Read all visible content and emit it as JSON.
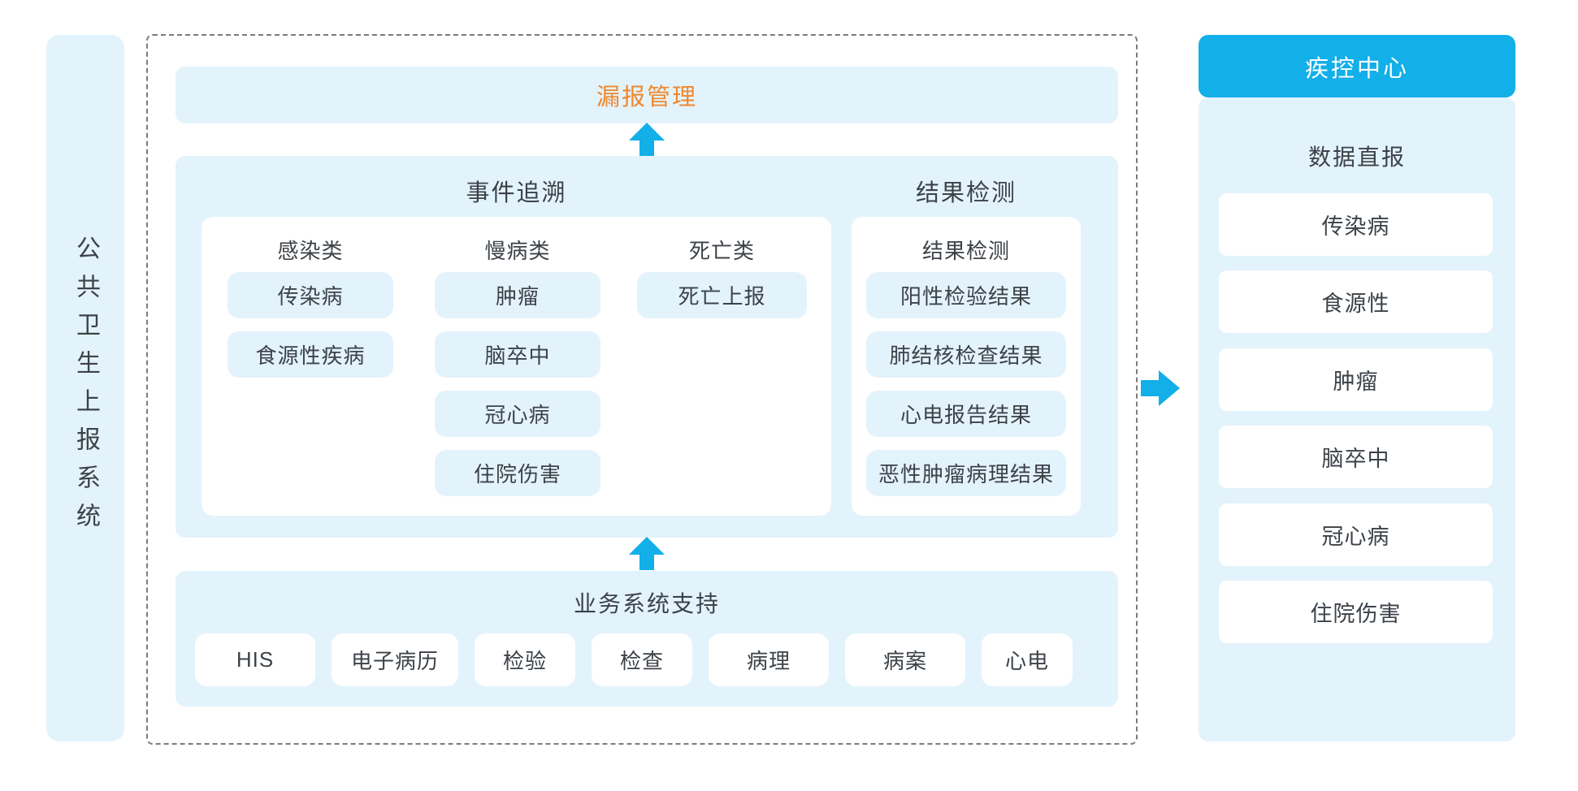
{
  "colors": {
    "accent_blue": "#12afe8",
    "light_blue": "#e3f3fc",
    "orange": "#f0872b",
    "text": "#3c4248"
  },
  "icons": {
    "up_arrow": "arrow pointing up",
    "right_arrow": "arrow pointing right"
  },
  "sidebar": {
    "label": "公共卫生上报系统"
  },
  "missed_report_bar": {
    "label": "漏报管理"
  },
  "event_trace": {
    "title": "事件追溯",
    "columns": [
      {
        "header": "感染类",
        "items": [
          "传染病",
          "食源性疾病"
        ]
      },
      {
        "header": "慢病类",
        "items": [
          "肿瘤",
          "脑卒中",
          "冠心病",
          "住院伤害"
        ]
      },
      {
        "header": "死亡类",
        "items": [
          "死亡上报"
        ]
      }
    ]
  },
  "result_detection": {
    "title": "结果检测",
    "column": {
      "header": "结果检测",
      "items": [
        "阳性检验结果",
        "肺结核检查结果",
        "心电报告结果",
        "恶性肿瘤病理结果"
      ]
    }
  },
  "business_support": {
    "title": "业务系统支持",
    "systems": [
      "HIS",
      "电子病历",
      "检验",
      "检查",
      "病理",
      "病案",
      "心电"
    ]
  },
  "cdc_panel": {
    "header": "疾控中心",
    "subtitle": "数据直报",
    "items": [
      "传染病",
      "食源性",
      "肿瘤",
      "脑卒中",
      "冠心病",
      "住院伤害"
    ]
  }
}
